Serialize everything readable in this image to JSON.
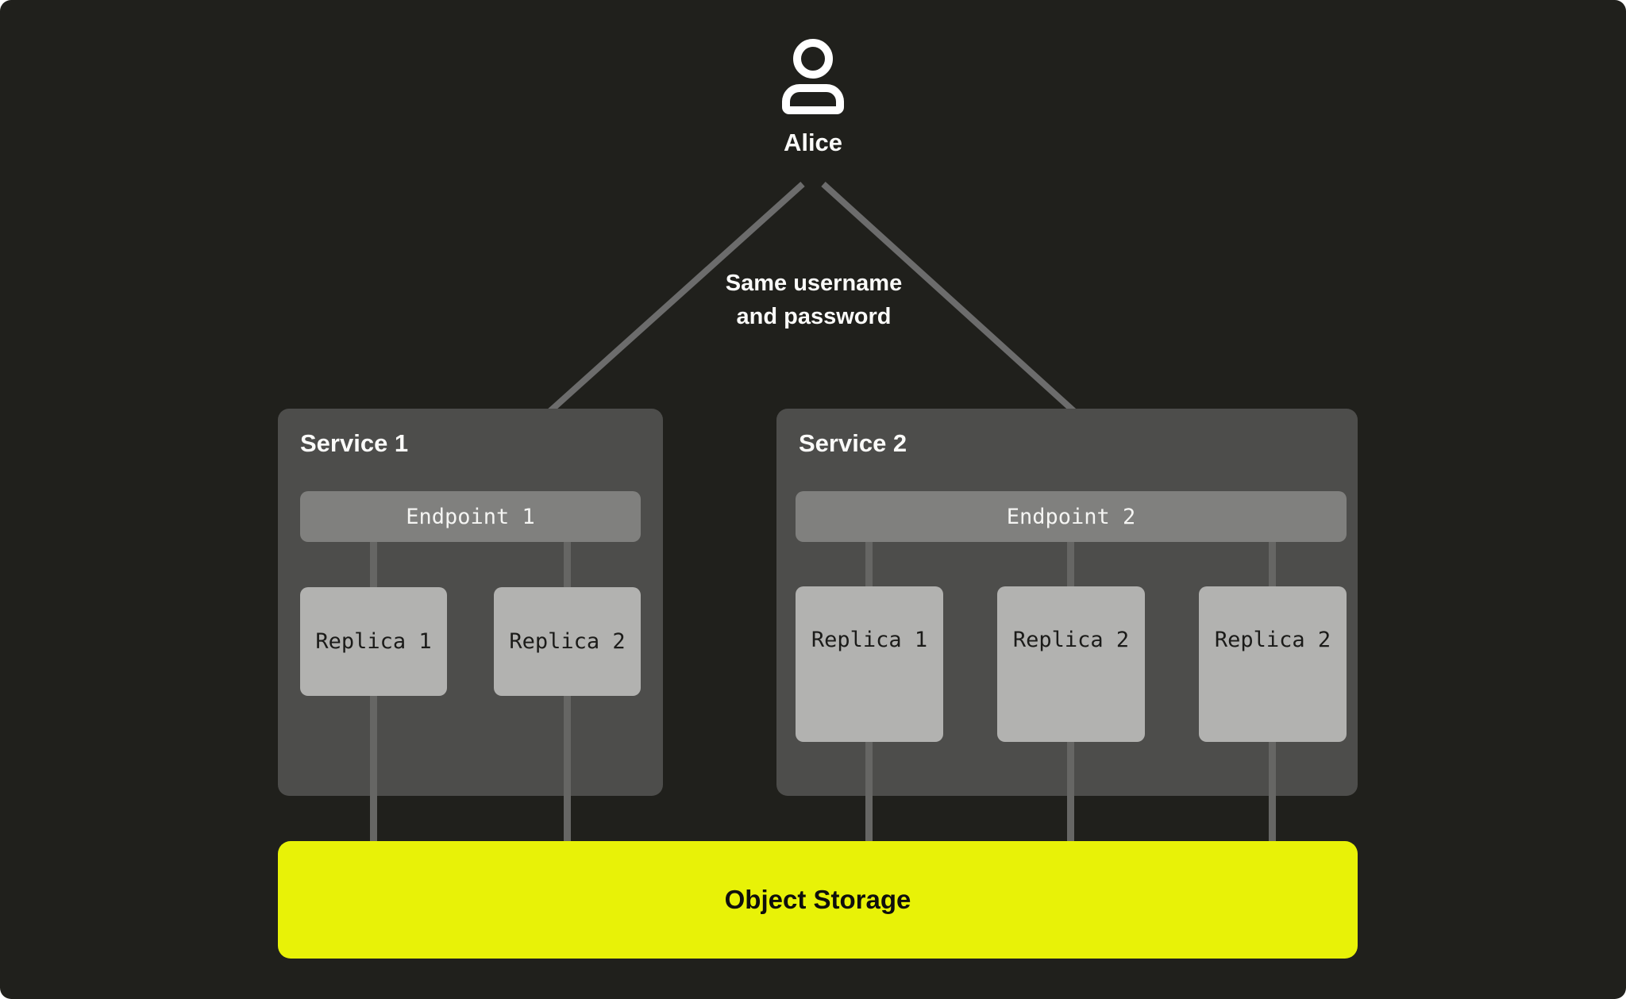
{
  "diagram": {
    "user": {
      "name": "Alice"
    },
    "annotation": {
      "line1": "Same username",
      "line2": "and password"
    },
    "services": [
      {
        "title": "Service 1",
        "endpoint": "Endpoint 1",
        "replicas": [
          "Replica 1",
          "Replica 2"
        ]
      },
      {
        "title": "Service 2",
        "endpoint": "Endpoint 2",
        "replicas": [
          "Replica 1",
          "Replica 2",
          "Replica 2"
        ]
      }
    ],
    "storage": {
      "label": "Object Storage"
    },
    "colors": {
      "page_background": "#ffffff",
      "canvas_background": "#20201c",
      "service_box": "#4d4d4b",
      "endpoint_bar": "#80807e",
      "replica_box": "#b2b2b0",
      "connector_line": "#666664",
      "arrow": "#6c6c6c",
      "storage_accent": "#e8f207",
      "text_light": "#fbfbf9",
      "text_dark": "#1b1b19"
    }
  }
}
